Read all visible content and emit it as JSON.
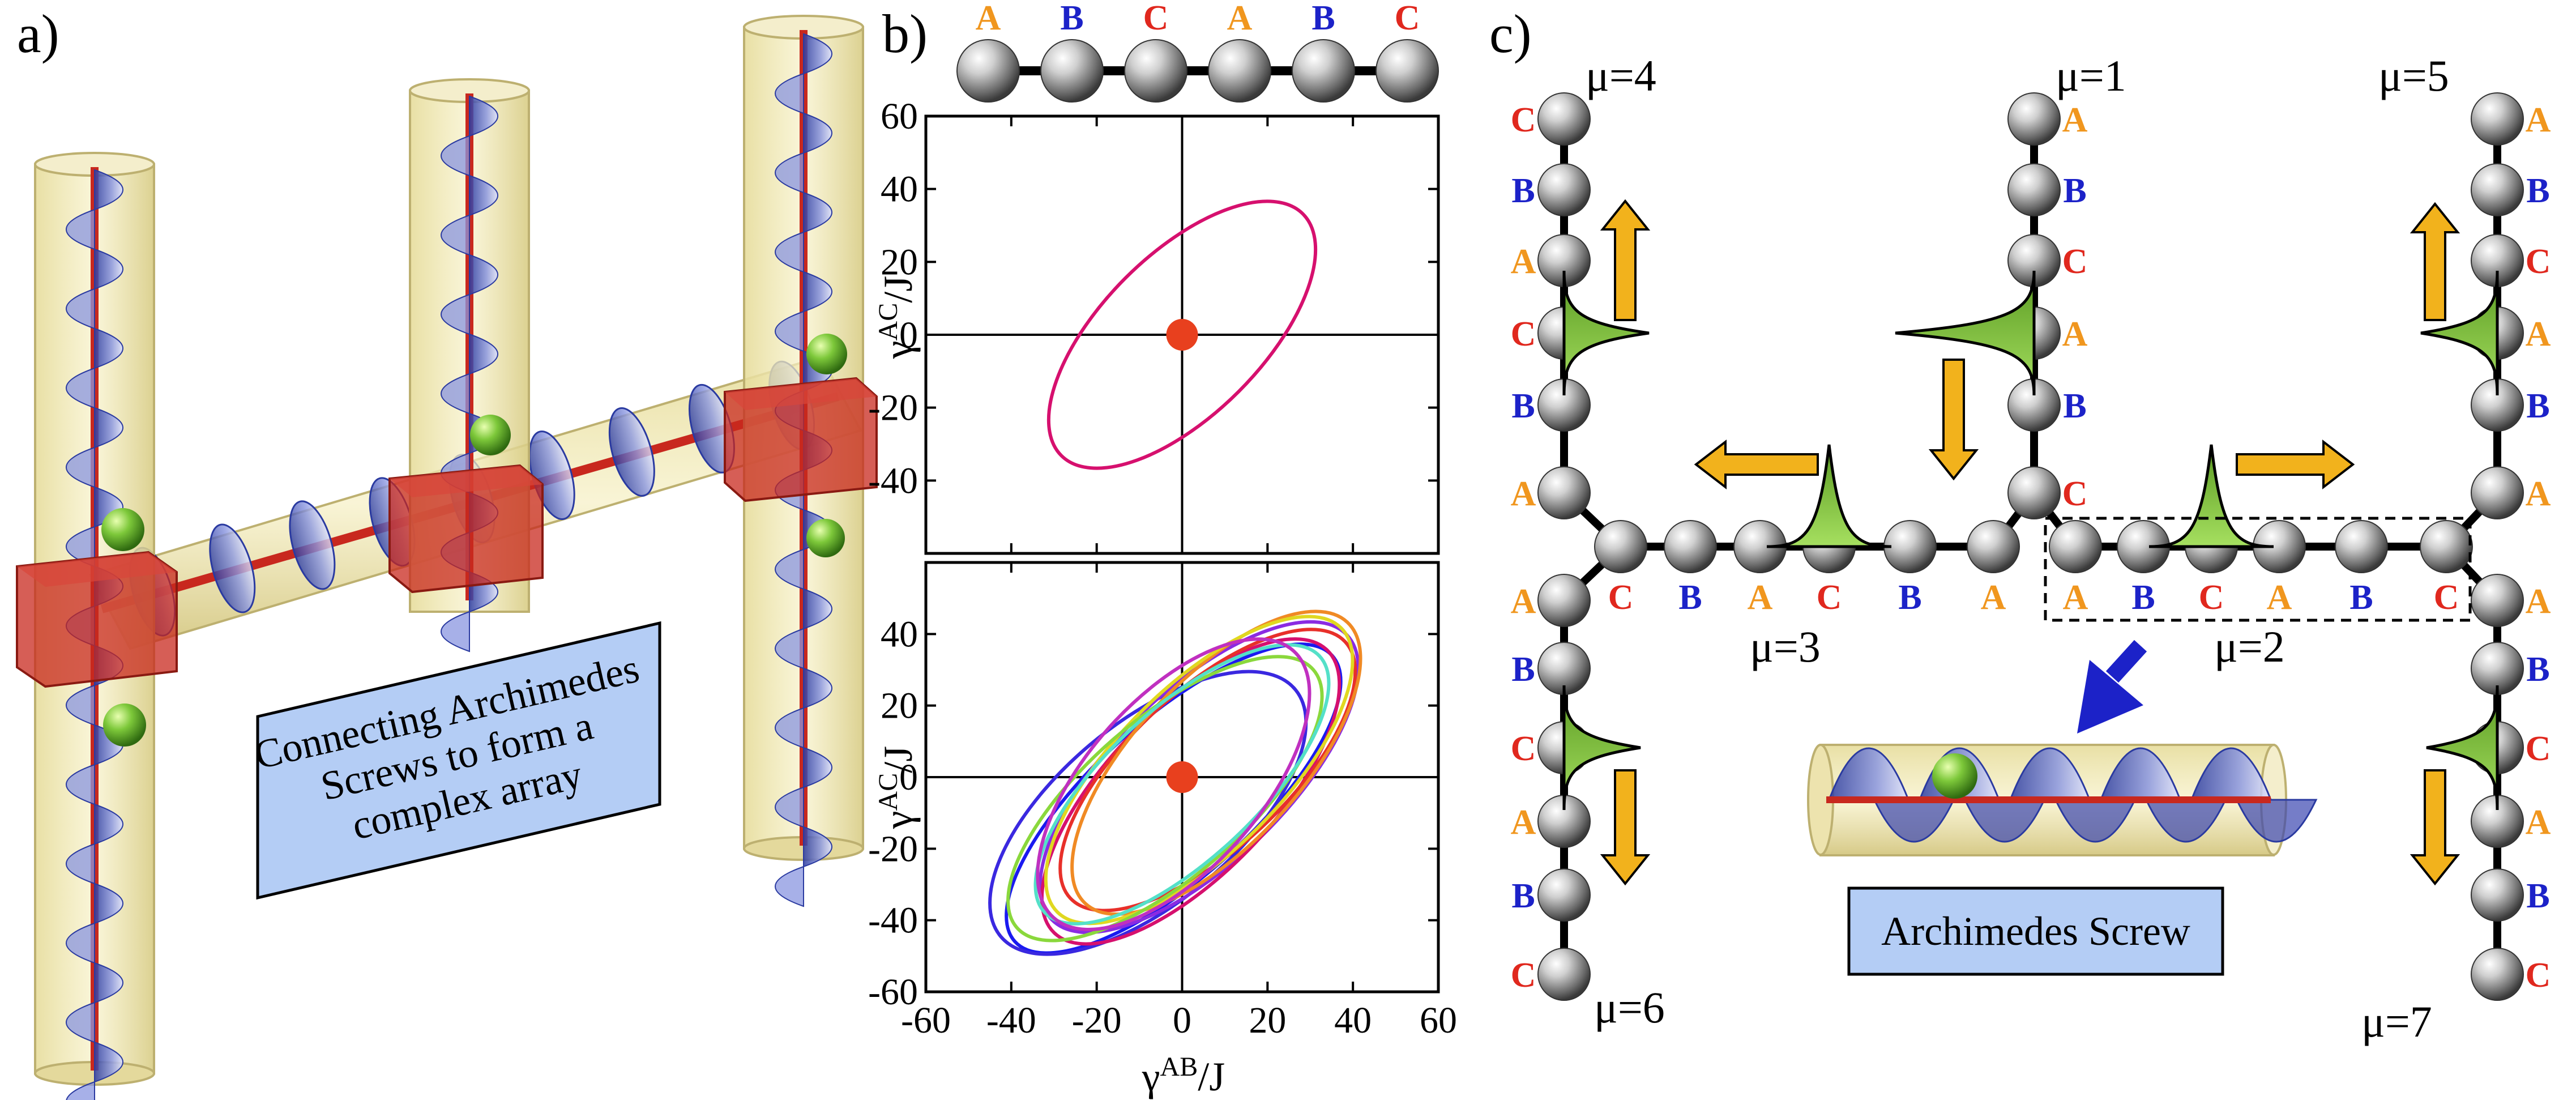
{
  "panels": {
    "a": "a)",
    "b": "b)",
    "c": "c)"
  },
  "panel_a": {
    "caption_lines": [
      "Connecting Archimedes",
      "Screws to form a",
      "complex array"
    ]
  },
  "panel_b": {
    "chain_labels": [
      "A",
      "B",
      "C",
      "A",
      "B",
      "C"
    ],
    "chart_data": [
      {
        "type": "line",
        "title": "",
        "xlabel": "",
        "ylabel_base": "γ",
        "ylabel_sup": "AC",
        "ylabel_rest": "/J",
        "ylim": [
          -60,
          60
        ],
        "yticks": [
          "60",
          "40",
          "20",
          "0",
          "-20",
          "-40"
        ],
        "center_point": [
          0,
          0
        ],
        "series": [
          {
            "color": "#d6106e",
            "center": [
              0,
              0
            ],
            "rx": 40,
            "ry": 22,
            "angle_deg": 45
          }
        ]
      },
      {
        "type": "line",
        "xlabel_base": "γ",
        "xlabel_sup": "AB",
        "xlabel_rest": "/J",
        "ylabel_base": "γ",
        "ylabel_sup": "AC",
        "ylabel_rest": "/J",
        "xlim": [
          -60,
          60
        ],
        "ylim": [
          -60,
          60
        ],
        "xticks": [
          "-60",
          "-40",
          "-20",
          "0",
          "20",
          "40",
          "60"
        ],
        "yticks": [
          "40",
          "20",
          "0",
          "-20",
          "-40",
          "-60"
        ],
        "center_point": [
          0,
          0
        ],
        "series": [
          {
            "color": "#1a1af0",
            "center": [
              -2,
              -6
            ],
            "rx": 50,
            "ry": 22,
            "angle_deg": 42
          },
          {
            "color": "#3a28e0",
            "center": [
              -8,
              -10
            ],
            "rx": 45,
            "ry": 25,
            "angle_deg": 40
          },
          {
            "color": "#8a2be2",
            "center": [
              4,
              0
            ],
            "rx": 48,
            "ry": 24,
            "angle_deg": 44
          },
          {
            "color": "#d6106e",
            "center": [
              2,
              -4
            ],
            "rx": 46,
            "ry": 23,
            "angle_deg": 46
          },
          {
            "color": "#e8302a",
            "center": [
              6,
              2
            ],
            "rx": 44,
            "ry": 22,
            "angle_deg": 43
          },
          {
            "color": "#f08a24",
            "center": [
              8,
              4
            ],
            "rx": 45,
            "ry": 23,
            "angle_deg": 47
          },
          {
            "color": "#e0d820",
            "center": [
              4,
              2
            ],
            "rx": 47,
            "ry": 23,
            "angle_deg": 45
          },
          {
            "color": "#8ad83c",
            "center": [
              -4,
              -6
            ],
            "rx": 46,
            "ry": 22,
            "angle_deg": 41
          },
          {
            "color": "#54e0c8",
            "center": [
              0,
              -2
            ],
            "rx": 44,
            "ry": 21,
            "angle_deg": 43
          },
          {
            "color": "#c030c0",
            "center": [
              -2,
              -2
            ],
            "rx": 42,
            "ry": 24,
            "angle_deg": 48
          }
        ]
      }
    ]
  },
  "panel_c": {
    "mu_labels": {
      "mu4": "μ=4",
      "mu1": "μ=1",
      "mu5": "μ=5",
      "mu3": "μ=3",
      "mu2": "μ=2",
      "mu6": "μ=6",
      "mu7": "μ=7"
    },
    "left_upper_sites": [
      "C",
      "B",
      "A",
      "C",
      "B",
      "A"
    ],
    "mid_upper_sites": [
      "A",
      "B",
      "C",
      "A",
      "B",
      "C"
    ],
    "right_upper_sites": [
      "A",
      "B",
      "C",
      "A",
      "B",
      "A"
    ],
    "mu3_sites": [
      "C",
      "B",
      "A",
      "C",
      "B",
      "A"
    ],
    "mu2_sites": [
      "A",
      "B",
      "C",
      "A",
      "B",
      "C"
    ],
    "left_lower_sites": [
      "A",
      "B",
      "C",
      "A",
      "B",
      "C"
    ],
    "right_lower_sites": [
      "A",
      "B",
      "C",
      "A",
      "B",
      "C"
    ],
    "inset_caption": "Archimedes Screw"
  },
  "colors": {
    "A": "#f0961e",
    "B": "#1c22c8",
    "C": "#e0281e",
    "bead": "#9a9a9a",
    "arrow": "#f2b21c",
    "wavepacket": "#7dc83a",
    "caption_bg": "#b4cdf5",
    "tube": "#f2eab4",
    "block": "#c0281e"
  }
}
